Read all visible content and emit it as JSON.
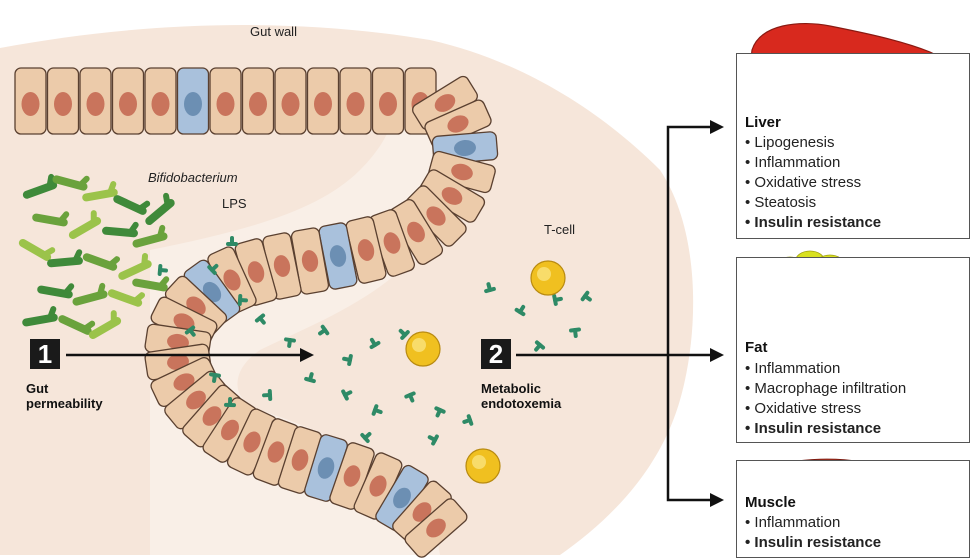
{
  "labels": {
    "gut_wall": "Gut wall",
    "bifidobacterium": "Bifidobacterium",
    "lps": "LPS",
    "t_cell": "T-cell"
  },
  "steps": [
    {
      "number": "1",
      "label": "Gut\npermeability"
    },
    {
      "number": "2",
      "label": "Metabolic\nendotoxemia"
    }
  ],
  "organs": [
    {
      "name": "Liver",
      "effects": [
        "Lipogenesis",
        "Inflammation",
        "Oxidative stress",
        "Steatosis"
      ],
      "key_effect": "Insulin resistance"
    },
    {
      "name": "Fat",
      "effects": [
        "Inflammation",
        "Macrophage infiltration",
        "Oxidative stress"
      ],
      "key_effect": "Insulin resistance"
    },
    {
      "name": "Muscle",
      "effects": [
        "Inflammation"
      ],
      "key_effect": "Insulin resistance"
    }
  ],
  "colors": {
    "background_tissue": "#f6e6da",
    "enterocyte": "#eccbaa",
    "nucleus": "#c9745c",
    "goblet_cell": "#a9c1dc",
    "bacteria": "#6aa23c",
    "lps": "#2e8a66",
    "t_cell": "#f0c020",
    "liver": "#d8291e",
    "fat": "#d8e020",
    "muscle": "#c8402a"
  }
}
